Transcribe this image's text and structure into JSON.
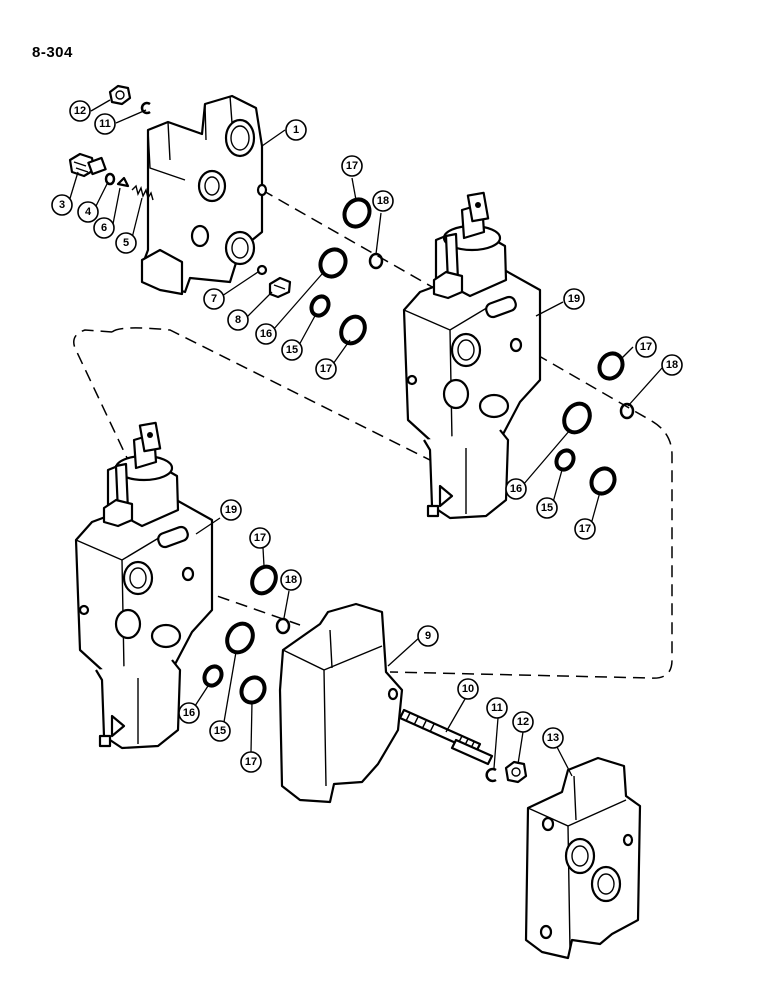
{
  "page": {
    "number": "8-304"
  },
  "callout_labels": {
    "c1": "1",
    "c3": "3",
    "c4": "4",
    "c5": "5",
    "c6": "6",
    "c7": "7",
    "c8": "8",
    "c9": "9",
    "c10": "10",
    "c11a": "11",
    "c11b": "11",
    "c12a": "12",
    "c12b": "12",
    "c13": "13",
    "c15a": "15",
    "c15b": "15",
    "c15c": "15",
    "c16a": "16",
    "c16b": "16",
    "c16c": "16",
    "c17a": "17",
    "c17b": "17",
    "c17c": "17",
    "c17d": "17",
    "c17e": "17",
    "c17f": "17",
    "c18a": "18",
    "c18b": "18",
    "c18c": "18",
    "c19a": "19",
    "c19b": "19"
  }
}
